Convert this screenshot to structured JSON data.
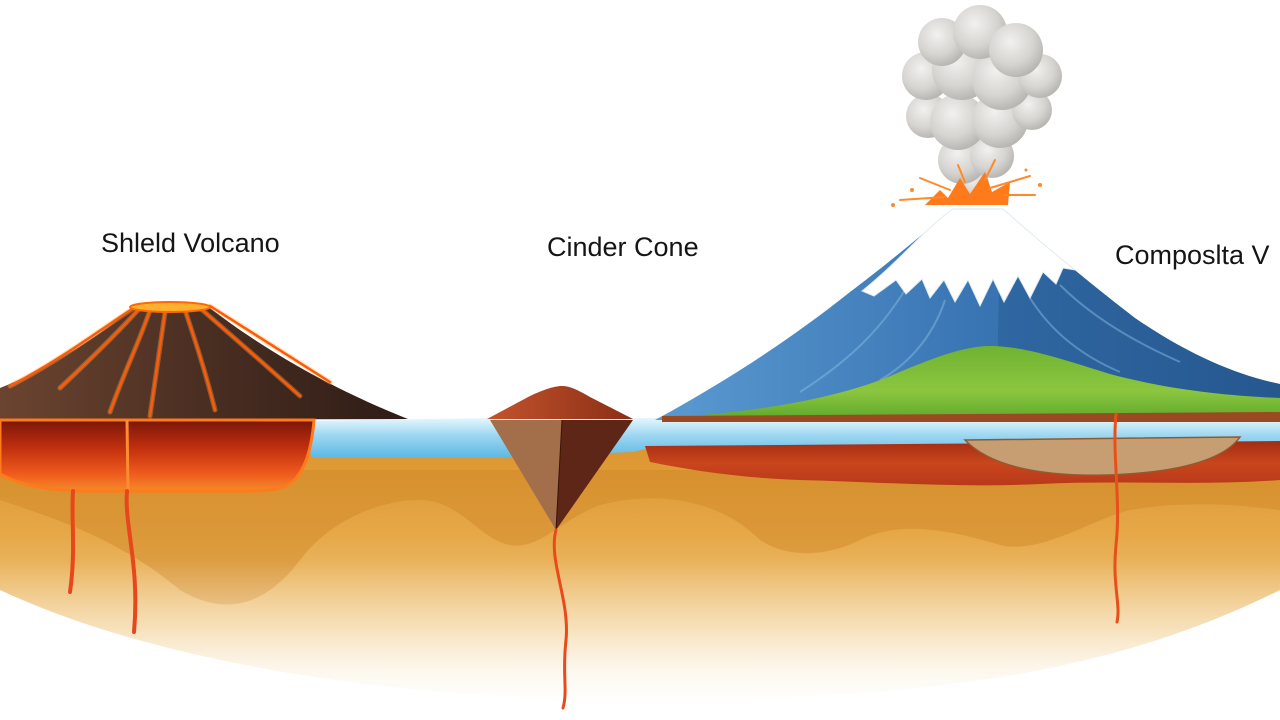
{
  "labels": {
    "shield_volcano": "Shleld Volcano",
    "cinder_cone": "Cinder Cone",
    "composite_volcano": "Composlta V"
  },
  "colors": {
    "background": "#ffffff",
    "lava": "#ff6a00",
    "magma": "#e8461c",
    "water": "#8fd0ee",
    "ground": "#e3a040",
    "shield_slope": "#4a2e22",
    "cinder_cone": "#b84c2a",
    "composite_slope": "#3a76b4",
    "snow": "#ffffff",
    "vegetation": "#7dbb3a",
    "ash_cloud": "#cfcdca"
  }
}
